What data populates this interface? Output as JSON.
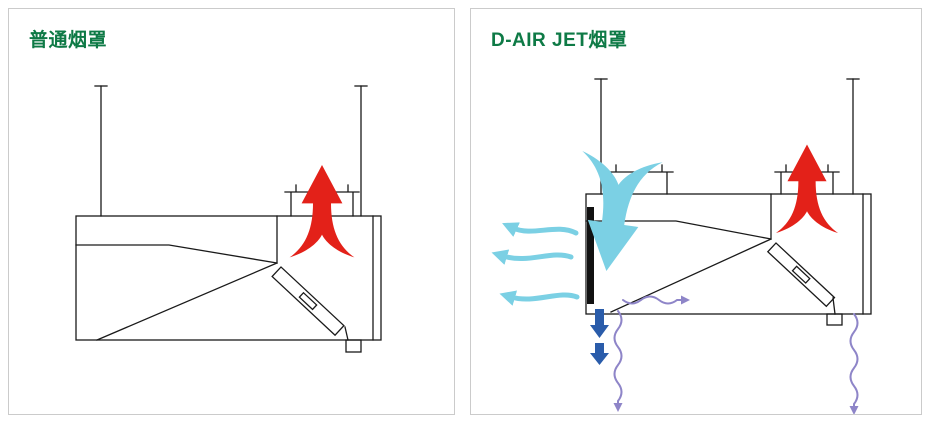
{
  "panels": [
    {
      "id": "ordinary",
      "title": "普通烟罩"
    },
    {
      "id": "d-air-jet",
      "title": "D-AIR JET烟罩"
    }
  ],
  "colors": {
    "title_green": "#0e7a46",
    "exhaust_red": "#e32119",
    "jet_cyan": "#7bd0e4",
    "supply_blue": "#2a5caa",
    "induced_purple": "#8e85c8",
    "outline": "#1a1a1a",
    "panel_border": "#cbcbcb",
    "nozzle_slot_dark": "#111111"
  },
  "icons": {
    "exhaust_air_arrow": "flame-up-arrow",
    "jet_supply_arrow": "flame-down-arrow",
    "capture_stream_arrow": "wavy-left-arrow",
    "downward_supply_arrow": "solid-down-arrow",
    "induced_airflow_arrow": "wavy-down-arrow"
  }
}
